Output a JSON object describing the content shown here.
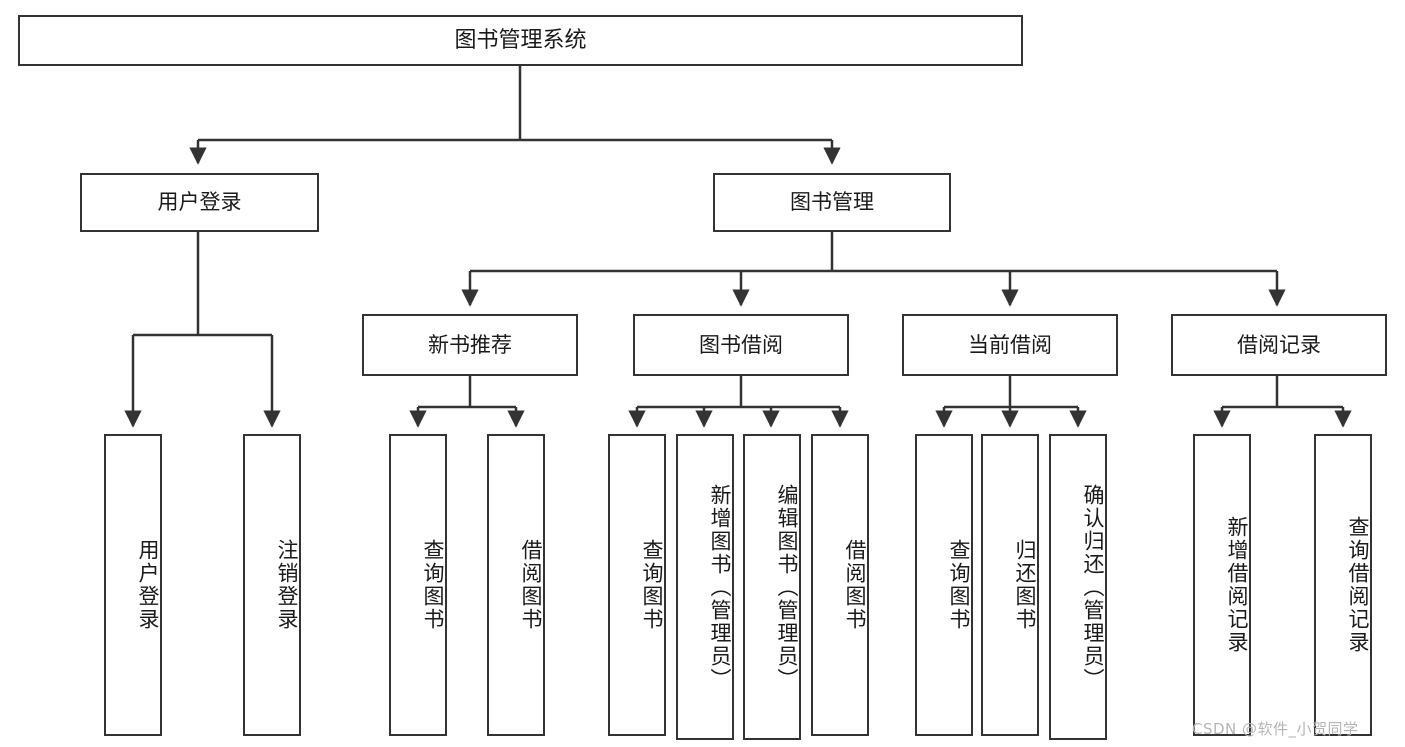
{
  "diagram": {
    "title": "图书管理系统",
    "type": "tree",
    "orientation": "top-down",
    "colors": {
      "node_border": "#333333",
      "node_fill": "#ffffff",
      "edge": "#333333",
      "background": "#ffffff",
      "watermark": "#b5b5b5"
    },
    "root": {
      "label": "图书管理系统"
    },
    "level2": [
      {
        "label": "用户登录"
      },
      {
        "label": "图书管理"
      }
    ],
    "level3": [
      {
        "label": "新书推荐"
      },
      {
        "label": "图书借阅"
      },
      {
        "label": "当前借阅"
      },
      {
        "label": "借阅记录"
      }
    ],
    "leaves": {
      "user_login": [
        {
          "label": "用户登录"
        },
        {
          "label": "注销登录"
        }
      ],
      "new_book_recommend": [
        {
          "label": "查询图书"
        },
        {
          "label": "借阅图书"
        }
      ],
      "book_borrow": [
        {
          "label": "查询图书"
        },
        {
          "label": "新增图书（管理员）"
        },
        {
          "label": "编辑图书（管理员）"
        },
        {
          "label": "借阅图书"
        }
      ],
      "current_borrow": [
        {
          "label": "查询图书"
        },
        {
          "label": "归还图书"
        },
        {
          "label": "确认归还（管理员）"
        }
      ],
      "borrow_record": [
        {
          "label": "新增借阅记录"
        },
        {
          "label": "查询借阅记录"
        }
      ]
    }
  },
  "watermark": {
    "text": "CSDN @软件_小贺同学"
  }
}
